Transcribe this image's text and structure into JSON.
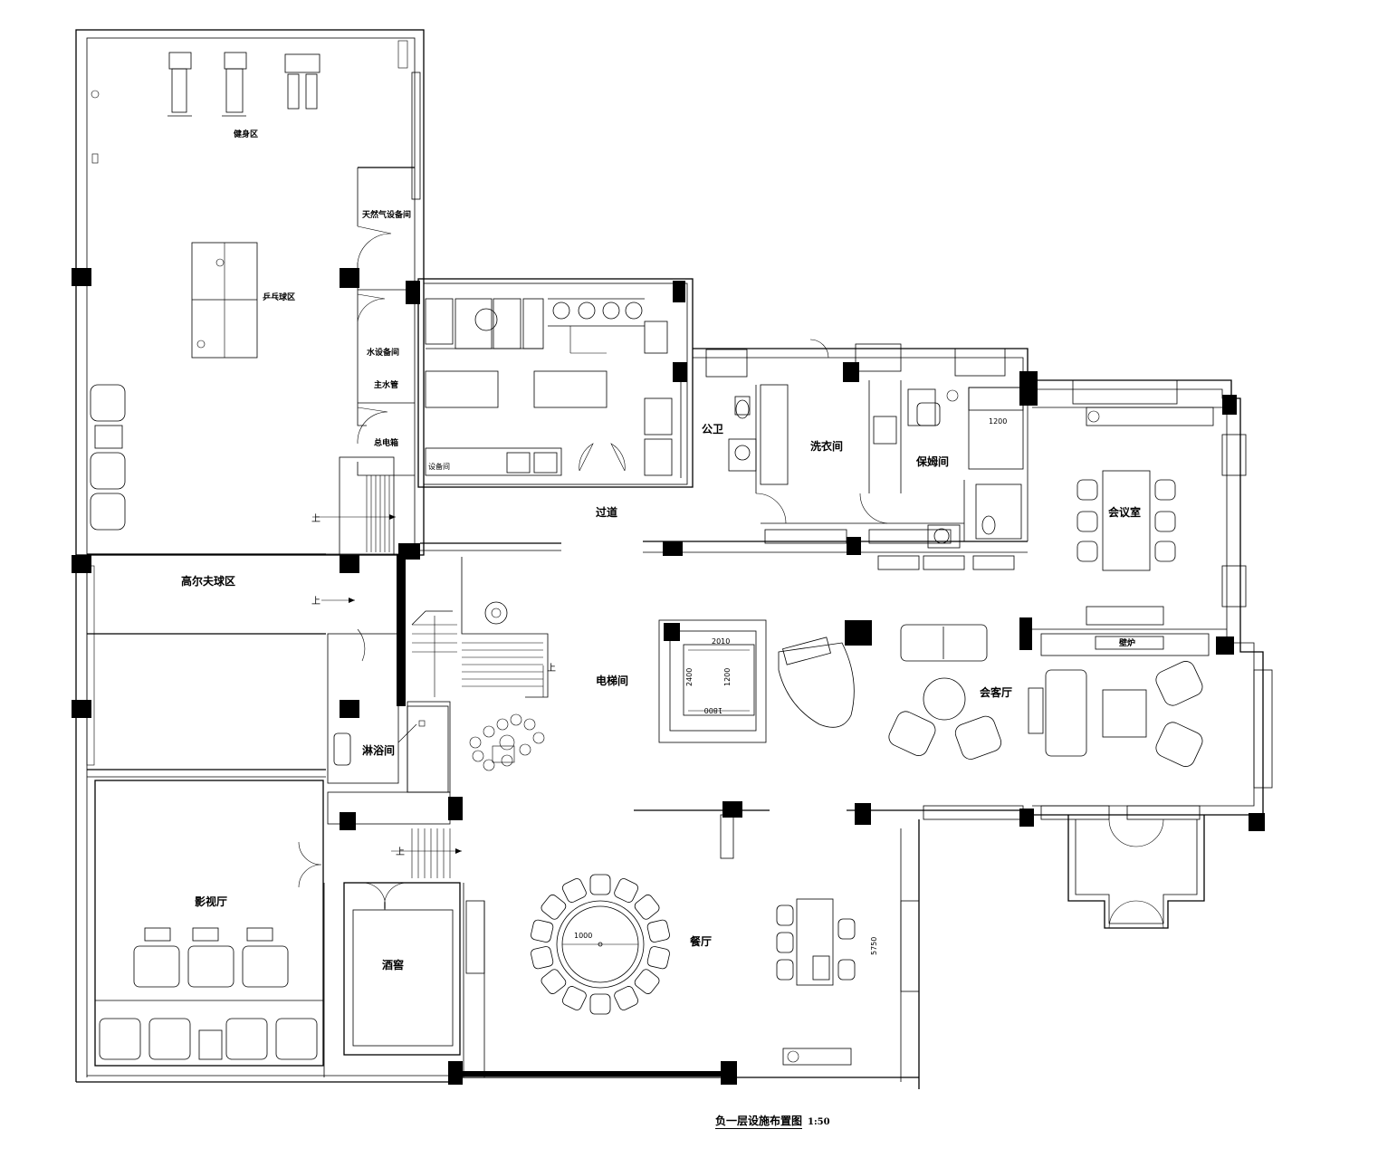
{
  "rooms": {
    "fitness": "健身区",
    "gas_room": "天然气设备间",
    "pingpong": "乒乓球区",
    "water_room": "水设备间",
    "main_water": "主水管",
    "main_electric": "总电箱",
    "golf": "高尔夫球区",
    "shower": "淋浴间",
    "cinema": "影视厅",
    "wine_cellar": "酒窖",
    "corridor": "过道",
    "elevator_hall": "电梯间",
    "dining": "餐厅",
    "public_wc": "公卫",
    "laundry": "洗衣间",
    "nanny_room": "保姆间",
    "meeting_room": "会议室",
    "living_room": "会客厅",
    "fireplace": "壁炉",
    "equipment_room": "设备间"
  },
  "stairs_up": "上",
  "dimensions": {
    "d2010": "2010",
    "d1200a": "1200",
    "d1200b": "1200",
    "d2400": "2400",
    "d1000": "1000",
    "d1800": "1800",
    "d5750": "5750"
  },
  "title": "负一层设施布置图",
  "scale": "1:50"
}
